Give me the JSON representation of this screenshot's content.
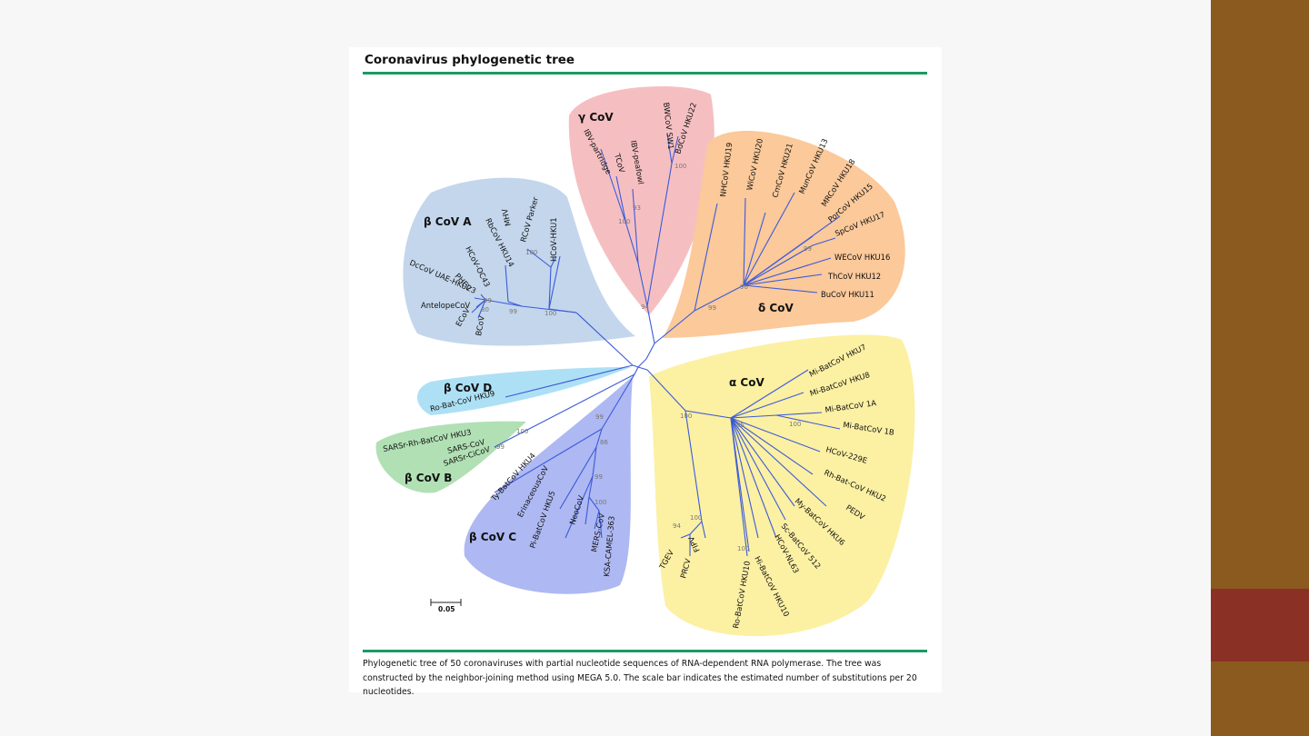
{
  "colors": {
    "side_bar": "#8a5a1f",
    "side_accent": "#8b3024",
    "title_rule": "#1a9a63",
    "branch": "#3b5bd8",
    "highlight_label": "#e0131b",
    "gamma_fill": "#f5bfc2",
    "delta_fill": "#fbc99a",
    "betaA_fill": "#c3d6ec",
    "betaD_fill": "#ade0f5",
    "betaB_fill": "#b1e0b4",
    "betaC_fill": "#aeb8f2",
    "alpha_fill": "#fcf0a3"
  },
  "figure": {
    "title": "Coronavirus phylogenetic tree",
    "caption": "Phylogenetic tree of 50 coronaviruses with partial nucleotide sequences of RNA-dependent RNA polymerase. The tree was constructed by the neighbor-joining method using MEGA 5.0. The scale bar indicates the estimated number of substitutions per 20 nucleotides.",
    "scale_bar": "0.05"
  },
  "clades": {
    "gamma": "γ CoV",
    "delta": "δ CoV",
    "betaA": "β CoV A",
    "betaD": "β CoV D",
    "betaB": "β CoV B",
    "betaC": "β CoV C",
    "alpha": "α CoV"
  },
  "taxa": {
    "gamma": [
      "IBV-partridge",
      "TCoV",
      "IBV-peafowl",
      "BWCoV SW1",
      "BdCoV HKU22"
    ],
    "delta": [
      "NHCoV HKU19",
      "WiCoV HKU20",
      "CmCoV HKU21",
      "MunCoV HKU13",
      "MRCoV HKU18",
      "PorCoV HKU15",
      "SpCoV HKU17",
      "WECoV HKU16",
      "ThCoV HKU12",
      "BuCoV HKU11"
    ],
    "betaA": [
      "RCoV Parker",
      "MHV",
      "HCoV-HKU1",
      "RbCoV HKU14",
      "HCoV-OC43",
      "PHEV",
      "DcCoV UAE-HKU23",
      "AntelopeCoV",
      "ECoV",
      "BCoV"
    ],
    "betaD": [
      "Ro-Bat-CoV HKU9"
    ],
    "betaB": [
      "SARSr-Rh-BatCoV HKU3",
      "SARS-CoV",
      "SARSr-CiCoV"
    ],
    "betaC": [
      "Ty-BatCoV HKU4",
      "ErinaceousCoV",
      "Pi-BatCoV HKU5",
      "NeoCoV",
      "MERS-CoV",
      "KSA-CAMEL-363"
    ],
    "alpha": [
      "Mi-BatCoV HKU7",
      "Mi-BatCoV HKU8",
      "Mi-BatCoV 1A",
      "Mi-BatCoV 1B",
      "HCoV-229E",
      "Rh-Bat-CoV HKU2",
      "PEDV",
      "My-BatCoV HKU6",
      "Sc-BatCoV 512",
      "HCoV-NL63",
      "Hi-BatCoV HKU10",
      "Ro-BatCoV HKU10",
      "TGEV",
      "PRCV",
      "FIPV"
    ]
  },
  "bootstrap": {
    "gamma": [
      "100",
      "93",
      "100",
      "94"
    ],
    "delta": [
      "99",
      "96",
      "99"
    ],
    "betaA": [
      "100",
      "99",
      "99",
      "100",
      "80"
    ],
    "betaB": [
      "100",
      "99"
    ],
    "betaC": [
      "99",
      "86",
      "99",
      "100"
    ],
    "alpha": [
      "100",
      "85",
      "100",
      "94",
      "100",
      "100"
    ]
  }
}
